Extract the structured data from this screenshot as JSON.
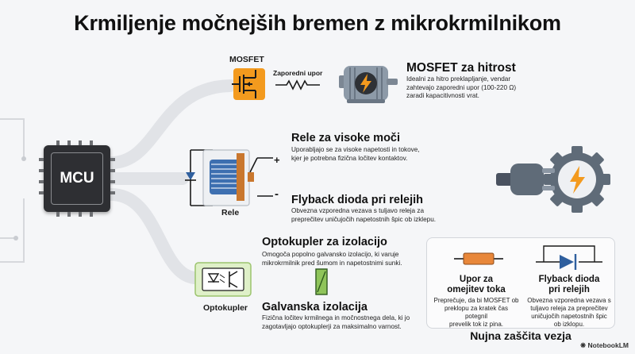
{
  "title": "Krmiljenje močnejših bremen z mikrokrmilnikom",
  "mcu": {
    "label": "MCU"
  },
  "mosfet": {
    "component_label": "MOSFET",
    "resistor_label": "Zaporedni upor",
    "heading": "MOSFET za hitrost",
    "description": [
      "Idealni za hitro preklapljanje, vendar",
      "zahtevajo zaporedni upor (100-220 Ω)",
      "zaradi kapacitivnosti vrat."
    ]
  },
  "relay": {
    "heading": "Rele za visoke moči",
    "description": [
      "Uporabljajo se za visoke napetosti in tokove,",
      "kjer je potrebna fizična ločitev kontaktov."
    ],
    "component_label": "Rele",
    "terminal_plus": "+",
    "terminal_minus": "-"
  },
  "flyback": {
    "heading": "Flyback dioda pri relejih",
    "description": [
      "Obvezna vzporedna vezava s tuljavo releja za",
      "preprečitev uničujočih napetostnih špic ob izklepu."
    ]
  },
  "optocoupler": {
    "heading": "Optokupler za izolacijo",
    "description": [
      "Omogoča popolno galvansko izolacijo, ki varuje",
      "mikrokrmilnik pred šumom in napetostnimi sunki."
    ],
    "component_label": "Optokupler"
  },
  "isolation": {
    "heading": "Galvanska izolacija",
    "description": [
      "Fizična ločitev krmilnega in močnostnega dela, ki jo",
      "zagotavljajo optokuplerji za maksimalno varnost."
    ]
  },
  "protection": {
    "title": "Nujna zaščita vezja",
    "resistor_card": {
      "heading": [
        "Upor za",
        "omejitev toka"
      ],
      "description": [
        "Preprečuje, da bi MOSFET ob",
        "preklopu za kratek čas potegnil",
        "prevelik tok iz pina."
      ]
    },
    "diode_card": {
      "heading": [
        "Flyback dioda",
        "pri relejih"
      ],
      "description": [
        "Obvezna vzporedna vezava s",
        "tuljavo releja za preprečitev",
        "uničujočih napetostnih špic",
        "ob izklopu."
      ]
    }
  },
  "brand": "NotebookLM",
  "colors": {
    "accent_orange": "#f39a1e",
    "chip_dark": "#2e2f33",
    "optocoupler_green": "#dff0c8",
    "diode_blue": "#2f5f9e",
    "isolation_green": "#8fc45a"
  },
  "icons": [
    "mosfet-icon",
    "resistor-icon",
    "motor-icon",
    "relay-icon",
    "plug-gear-icon",
    "optocoupler-icon",
    "isolation-barrier-icon",
    "diode-icon"
  ]
}
